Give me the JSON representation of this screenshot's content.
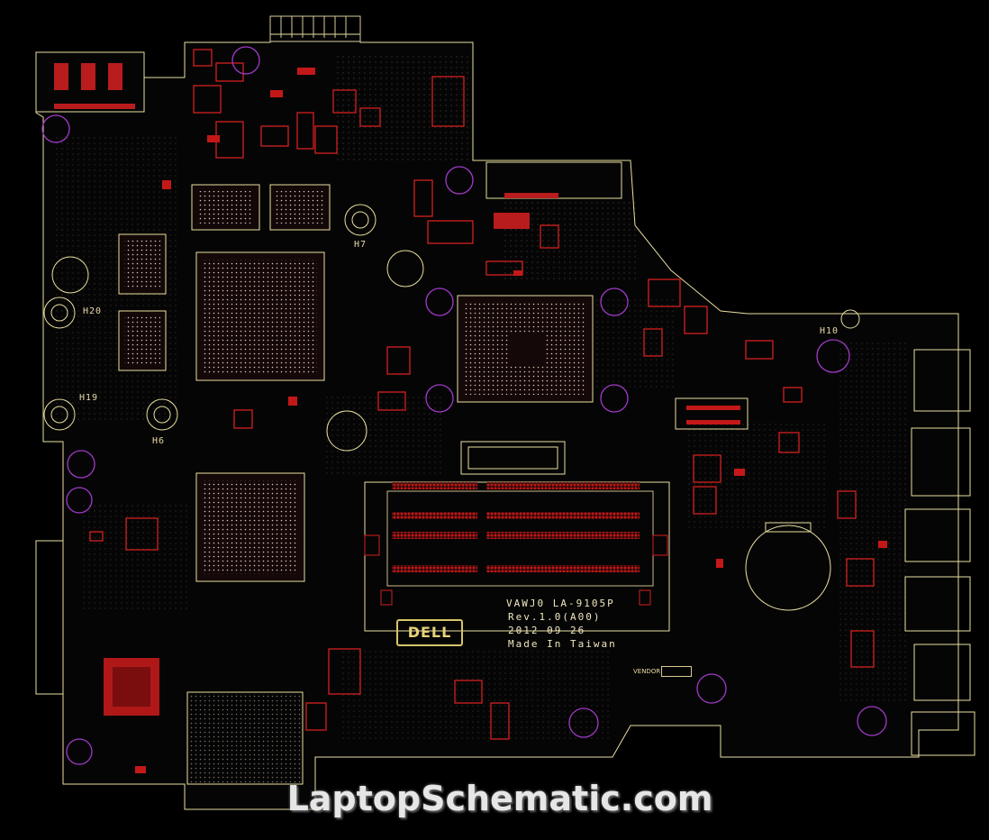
{
  "board": {
    "model": "VAWJ0 LA-9105P",
    "revision": "Rev.1.0(A00)",
    "date": "2012-09-26",
    "made_in": "Made In Taiwan",
    "logo": "DELL",
    "vendor_label": "VENDOR"
  },
  "holes": [
    {
      "id": "h7",
      "label": "H7"
    },
    {
      "id": "h20",
      "label": "H20"
    },
    {
      "id": "h19",
      "label": "H19"
    },
    {
      "id": "h6",
      "label": "H6"
    },
    {
      "id": "h10",
      "label": "H10"
    }
  ],
  "colors": {
    "outline": "#e9dfa0",
    "copper": "#d41f1f",
    "silkscreen": "#f0e6c0",
    "mounting_ring": "#a03ac8",
    "via_green": "#2e7a2e"
  },
  "watermark": "LaptopSchematic.com"
}
